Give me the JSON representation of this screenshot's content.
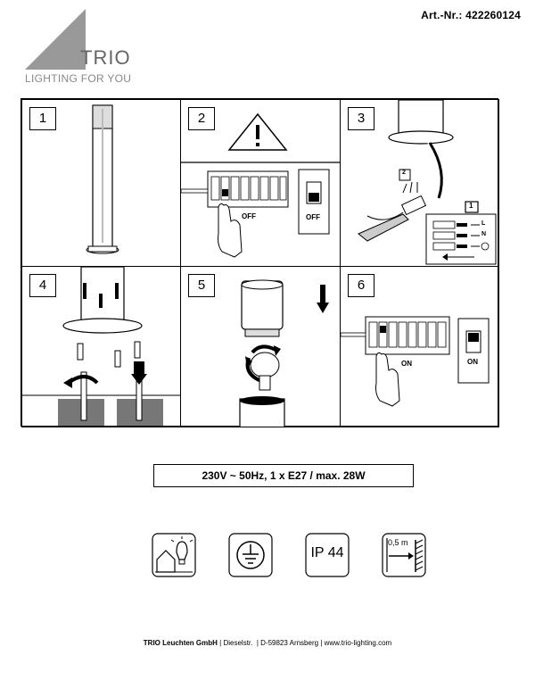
{
  "header": {
    "article_number": "Art.-Nr.: 422260124",
    "brand": "TRIO",
    "tagline": "LIGHTING FOR YOU"
  },
  "steps": [
    {
      "number": "1"
    },
    {
      "number": "2",
      "switch_label": "OFF",
      "panel_label": "OFF"
    },
    {
      "number": "3",
      "inset_number": "1",
      "inset_small_number": "2",
      "terminals": [
        "L",
        "N"
      ]
    },
    {
      "number": "4"
    },
    {
      "number": "5"
    },
    {
      "number": "6",
      "switch_label": "ON",
      "panel_label": "ON"
    }
  ],
  "spec": "230V ~ 50Hz, 1 x E27 / max. 28W",
  "symbols": [
    {
      "icon": "indoor-outdoor-lamp-icon"
    },
    {
      "icon": "protective-earth-icon"
    },
    {
      "icon": "ip-rating-icon",
      "text": "IP 44"
    },
    {
      "icon": "min-distance-icon",
      "text": "0,5 m"
    }
  ],
  "footer": {
    "company": "TRIO Leuchten GmbH",
    "street": "Dieselstr.",
    "city": "D-59823 Arnsberg",
    "web": "www.trio-lighting.com"
  }
}
